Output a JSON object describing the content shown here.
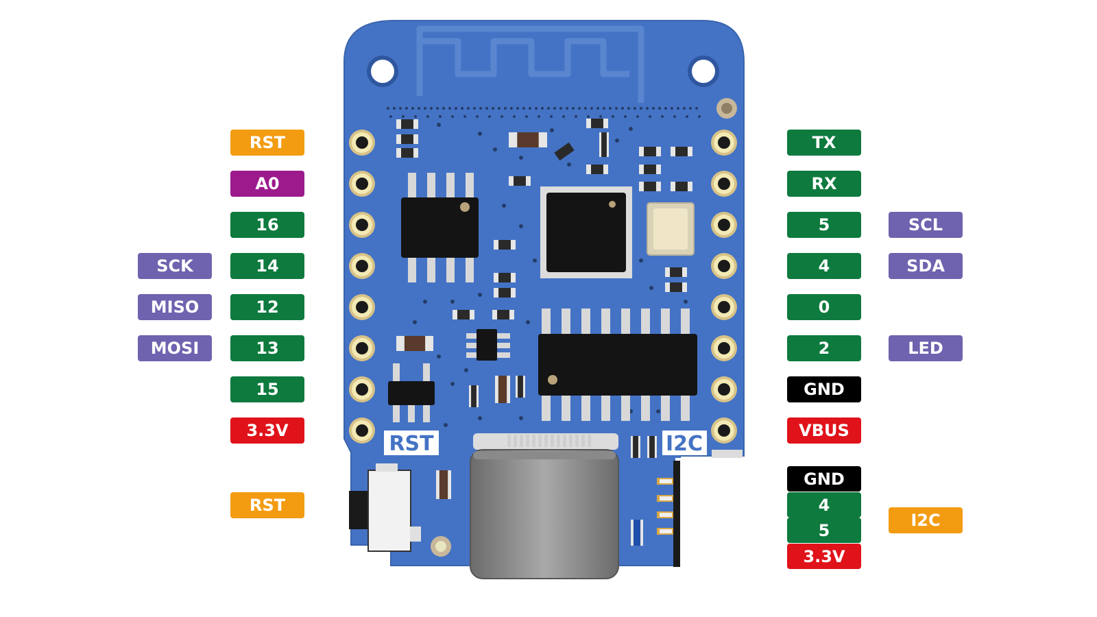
{
  "colors": {
    "orange": "#F39C12",
    "purple": "#9C1A8C",
    "green": "#0E7A3E",
    "lavender": "#6F62AE",
    "red": "#E0121A",
    "black": "#000000",
    "board": "#4473C5"
  },
  "silkscreen": {
    "rst": "RST",
    "i2c": "I2C"
  },
  "left_pins": [
    {
      "label": "RST",
      "color": "#F39C12"
    },
    {
      "label": "A0",
      "color": "#9C1A8C"
    },
    {
      "label": "16",
      "color": "#0E7A3E"
    },
    {
      "label": "14",
      "color": "#0E7A3E",
      "alt": "SCK"
    },
    {
      "label": "12",
      "color": "#0E7A3E",
      "alt": "MISO"
    },
    {
      "label": "13",
      "color": "#0E7A3E",
      "alt": "MOSI"
    },
    {
      "label": "15",
      "color": "#0E7A3E"
    },
    {
      "label": "3.3V",
      "color": "#E0121A"
    }
  ],
  "right_pins": [
    {
      "label": "TX",
      "color": "#0E7A3E"
    },
    {
      "label": "RX",
      "color": "#0E7A3E"
    },
    {
      "label": "5",
      "color": "#0E7A3E",
      "alt": "SCL"
    },
    {
      "label": "4",
      "color": "#0E7A3E",
      "alt": "SDA"
    },
    {
      "label": "0",
      "color": "#0E7A3E"
    },
    {
      "label": "2",
      "color": "#0E7A3E",
      "alt": "LED"
    },
    {
      "label": "GND",
      "color": "#000000"
    },
    {
      "label": "VBUS",
      "color": "#E0121A"
    }
  ],
  "reset_button": {
    "label": "RST",
    "color": "#F39C12"
  },
  "i2c_port": {
    "label": "I2C",
    "color": "#F39C12",
    "pins": [
      {
        "label": "GND",
        "color": "#000000"
      },
      {
        "label": "4",
        "color": "#0E7A3E"
      },
      {
        "label": "5",
        "color": "#0E7A3E"
      },
      {
        "label": "3.3V",
        "color": "#E0121A"
      }
    ]
  }
}
